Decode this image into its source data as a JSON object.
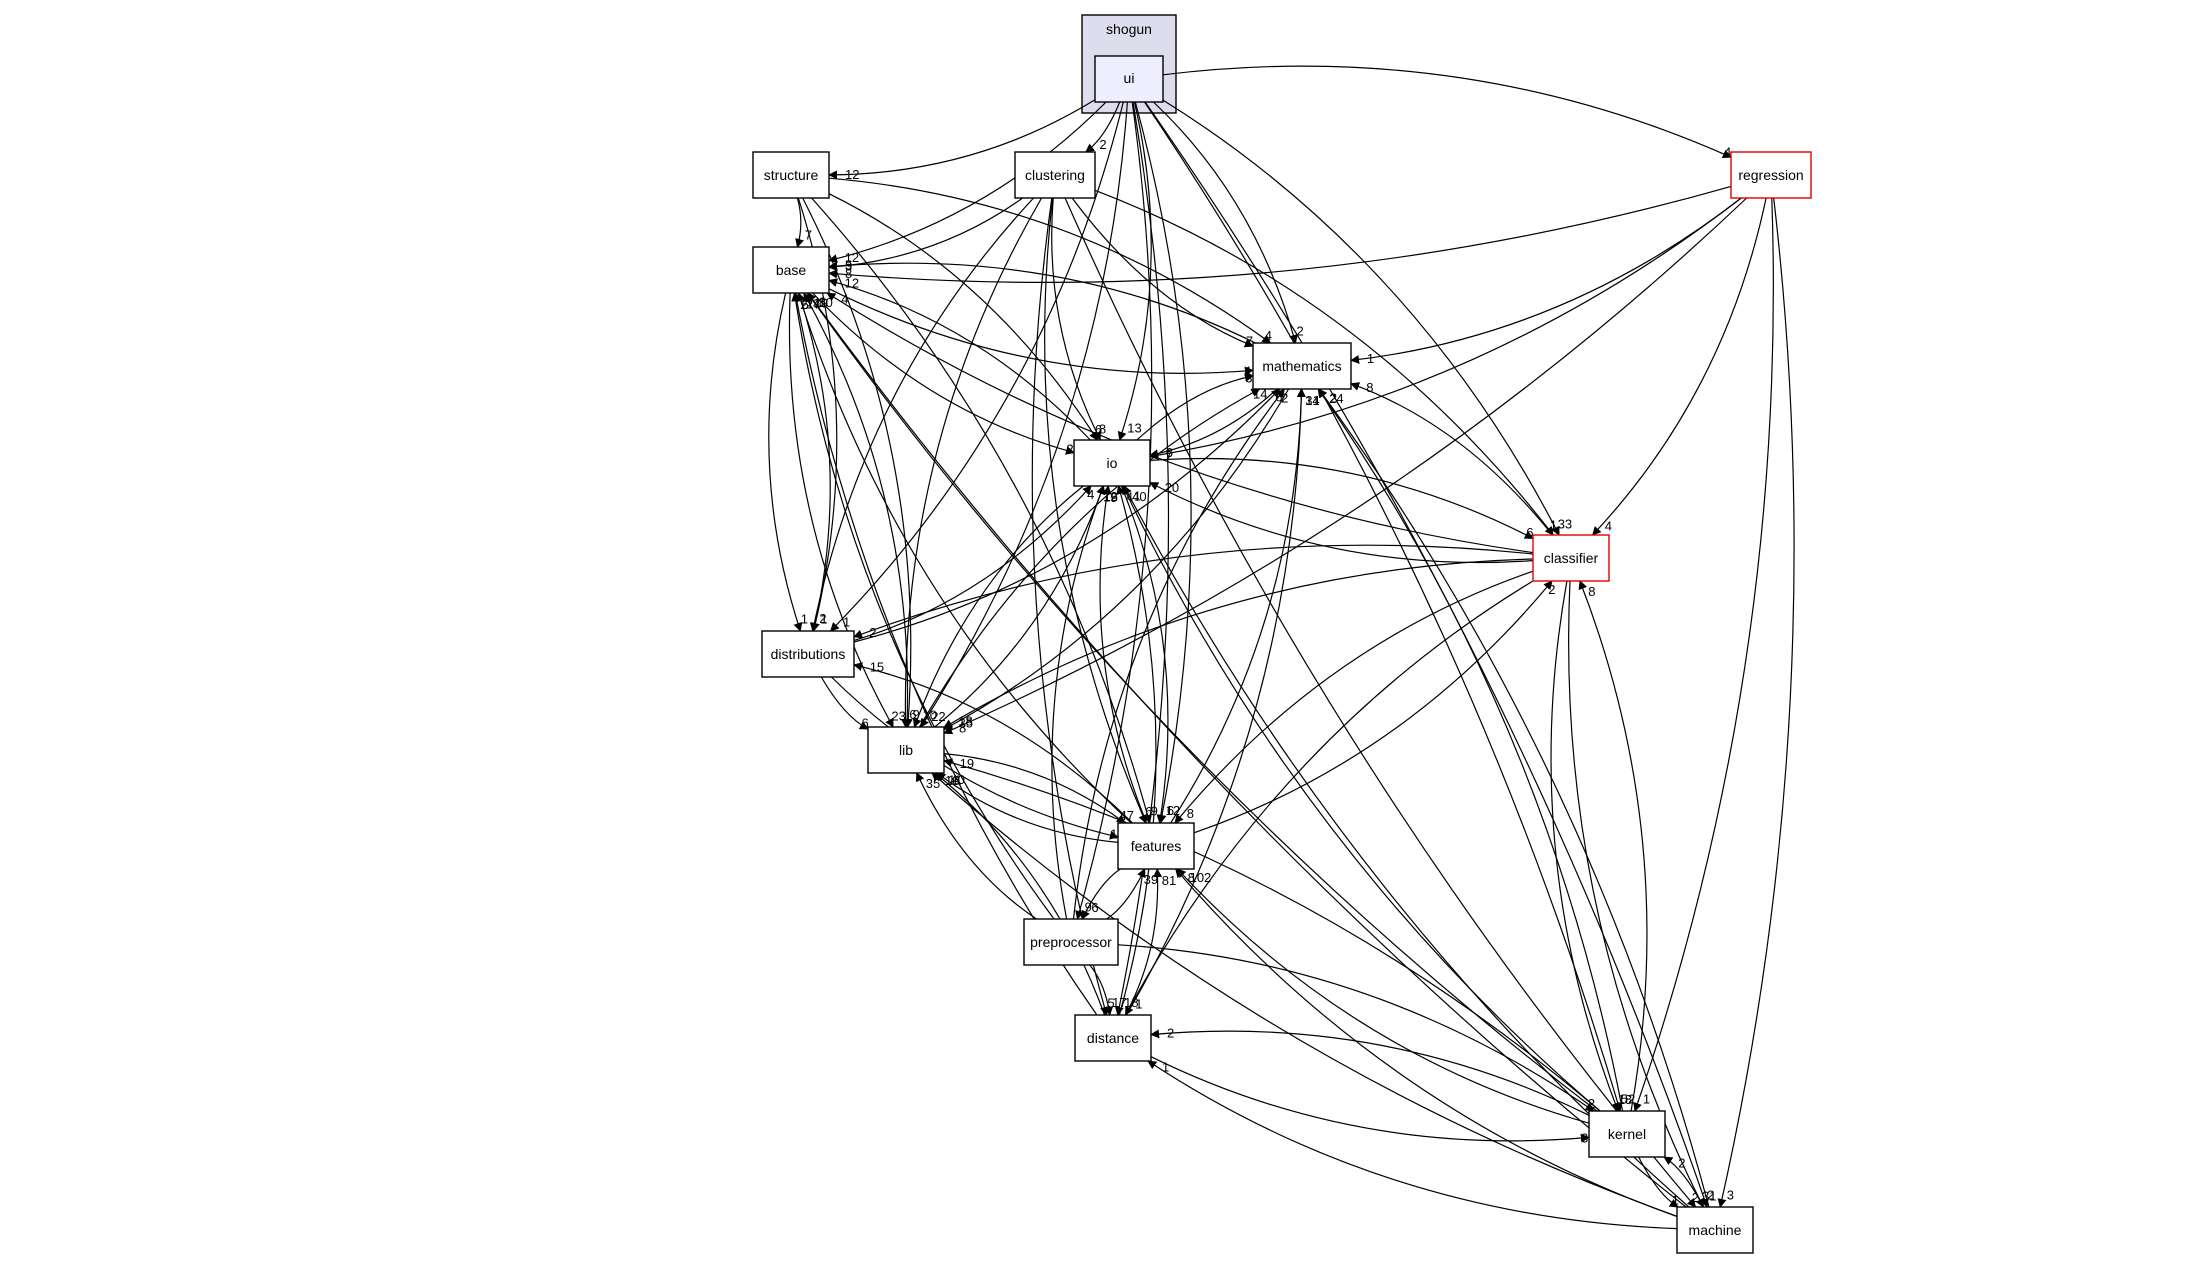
{
  "cluster": {
    "label": "shogun"
  },
  "nodes": {
    "ui": "ui",
    "structure": "structure",
    "clustering": "clustering",
    "regression": "regression",
    "base": "base",
    "mathematics": "mathematics",
    "io": "io",
    "classifier": "classifier",
    "distributions": "distributions",
    "lib": "lib",
    "features": "features",
    "preprocessor": "preprocessor",
    "distance": "distance",
    "kernel": "kernel",
    "machine": "machine"
  },
  "edges": [
    {
      "from": "ui",
      "to": "structure",
      "label": "12"
    },
    {
      "from": "ui",
      "to": "clustering",
      "label": "2"
    },
    {
      "from": "ui",
      "to": "regression",
      "label": "4"
    },
    {
      "from": "ui",
      "to": "base",
      "label": "12"
    },
    {
      "from": "ui",
      "to": "mathematics",
      "label": "2"
    },
    {
      "from": "ui",
      "to": "io",
      "label": "13"
    },
    {
      "from": "ui",
      "to": "classifier",
      "label": "33"
    },
    {
      "from": "ui",
      "to": "distributions",
      "label": "1"
    },
    {
      "from": "ui",
      "to": "lib",
      "label": "22"
    },
    {
      "from": "ui",
      "to": "features",
      "label": "6"
    },
    {
      "from": "ui",
      "to": "preprocessor",
      "label": "9"
    },
    {
      "from": "ui",
      "to": "distance",
      "label": "18"
    },
    {
      "from": "ui",
      "to": "kernel",
      "label": "52"
    },
    {
      "from": "ui",
      "to": "machine",
      "label": "2"
    },
    {
      "from": "structure",
      "to": "base",
      "label": "7"
    },
    {
      "from": "structure",
      "to": "mathematics",
      "label": "4"
    },
    {
      "from": "structure",
      "to": "io",
      "label": "6"
    },
    {
      "from": "structure",
      "to": "distributions",
      "label": "1"
    },
    {
      "from": "structure",
      "to": "lib",
      "label": "9"
    },
    {
      "from": "structure",
      "to": "features",
      "label": "9"
    },
    {
      "from": "clustering",
      "to": "base",
      "label": "3"
    },
    {
      "from": "clustering",
      "to": "mathematics",
      "label": "7"
    },
    {
      "from": "clustering",
      "to": "io",
      "label": "8"
    },
    {
      "from": "clustering",
      "to": "classifier",
      "label": "1"
    },
    {
      "from": "clustering",
      "to": "distributions",
      "label": "2"
    },
    {
      "from": "clustering",
      "to": "lib",
      "label": "6"
    },
    {
      "from": "clustering",
      "to": "features",
      "label": "6"
    },
    {
      "from": "clustering",
      "to": "distance",
      "label": "5"
    },
    {
      "from": "clustering",
      "to": "machine",
      "label": "2"
    },
    {
      "from": "regression",
      "to": "base",
      "label": "8"
    },
    {
      "from": "regression",
      "to": "mathematics",
      "label": "1"
    },
    {
      "from": "regression",
      "to": "io",
      "label": "7"
    },
    {
      "from": "regression",
      "to": "classifier",
      "label": "4"
    },
    {
      "from": "regression",
      "to": "lib",
      "label": "8"
    },
    {
      "from": "regression",
      "to": "kernel",
      "label": "1"
    },
    {
      "from": "regression",
      "to": "machine",
      "label": "3"
    },
    {
      "from": "base",
      "to": "mathematics",
      "label": "11"
    },
    {
      "from": "base",
      "to": "io",
      "label": "22"
    },
    {
      "from": "base",
      "to": "distributions",
      "label": "1"
    },
    {
      "from": "base",
      "to": "lib",
      "label": "23"
    },
    {
      "from": "mathematics",
      "to": "base",
      "label": "5"
    },
    {
      "from": "mathematics",
      "to": "io",
      "label": "6"
    },
    {
      "from": "mathematics",
      "to": "lib",
      "label": "35"
    },
    {
      "from": "io",
      "to": "base",
      "label": "12"
    },
    {
      "from": "io",
      "to": "mathematics",
      "label": "3"
    },
    {
      "from": "io",
      "to": "lib",
      "label": "10"
    },
    {
      "from": "io",
      "to": "classifier",
      "label": "6"
    },
    {
      "from": "io",
      "to": "features",
      "label": "12"
    },
    {
      "from": "classifier",
      "to": "base",
      "label": "4"
    },
    {
      "from": "classifier",
      "to": "mathematics",
      "label": "8"
    },
    {
      "from": "classifier",
      "to": "io",
      "label": "20"
    },
    {
      "from": "classifier",
      "to": "distributions",
      "label": "2"
    },
    {
      "from": "classifier",
      "to": "lib",
      "label": "18"
    },
    {
      "from": "classifier",
      "to": "features",
      "label": "8"
    },
    {
      "from": "classifier",
      "to": "distance",
      "label": "1"
    },
    {
      "from": "classifier",
      "to": "kernel",
      "label": "18"
    },
    {
      "from": "classifier",
      "to": "machine",
      "label": "31"
    },
    {
      "from": "distributions",
      "to": "base",
      "label": "17"
    },
    {
      "from": "distributions",
      "to": "mathematics",
      "label": "6"
    },
    {
      "from": "distributions",
      "to": "io",
      "label": "4"
    },
    {
      "from": "distributions",
      "to": "lib",
      "label": "6"
    },
    {
      "from": "distributions",
      "to": "features",
      "label": "18"
    },
    {
      "from": "lib",
      "to": "base",
      "label": "19"
    },
    {
      "from": "lib",
      "to": "mathematics",
      "label": "14"
    },
    {
      "from": "lib",
      "to": "io",
      "label": "16"
    },
    {
      "from": "lib",
      "to": "features",
      "label": "47"
    },
    {
      "from": "features",
      "to": "base",
      "label": "24"
    },
    {
      "from": "features",
      "to": "mathematics",
      "label": "14"
    },
    {
      "from": "features",
      "to": "io",
      "label": "9"
    },
    {
      "from": "features",
      "to": "lib",
      "label": "40"
    },
    {
      "from": "features",
      "to": "classifier",
      "label": "2"
    },
    {
      "from": "features",
      "to": "distributions",
      "label": "15"
    },
    {
      "from": "features",
      "to": "preprocessor",
      "label": "6"
    },
    {
      "from": "preprocessor",
      "to": "base",
      "label": "2"
    },
    {
      "from": "preprocessor",
      "to": "mathematics",
      "label": "2"
    },
    {
      "from": "preprocessor",
      "to": "io",
      "label": "12"
    },
    {
      "from": "preprocessor",
      "to": "lib",
      "label": "35"
    },
    {
      "from": "preprocessor",
      "to": "features",
      "label": "39"
    },
    {
      "from": "preprocessor",
      "to": "distance",
      "label": "17"
    },
    {
      "from": "preprocessor",
      "to": "kernel",
      "label": "2"
    },
    {
      "from": "distance",
      "to": "base",
      "label": "6"
    },
    {
      "from": "distance",
      "to": "mathematics",
      "label": "31"
    },
    {
      "from": "distance",
      "to": "io",
      "label": "4"
    },
    {
      "from": "distance",
      "to": "lib",
      "label": "11"
    },
    {
      "from": "distance",
      "to": "features",
      "label": "81"
    },
    {
      "from": "distance",
      "to": "kernel",
      "label": "3"
    },
    {
      "from": "kernel",
      "to": "base",
      "label": "10"
    },
    {
      "from": "kernel",
      "to": "mathematics",
      "label": "24"
    },
    {
      "from": "kernel",
      "to": "io",
      "label": "40"
    },
    {
      "from": "kernel",
      "to": "lib",
      "label": "19"
    },
    {
      "from": "kernel",
      "to": "features",
      "label": "102"
    },
    {
      "from": "kernel",
      "to": "classifier",
      "label": "8"
    },
    {
      "from": "kernel",
      "to": "distance",
      "label": "2"
    },
    {
      "from": "kernel",
      "to": "machine",
      "label": "1"
    },
    {
      "from": "machine",
      "to": "base",
      "label": "8"
    },
    {
      "from": "machine",
      "to": "mathematics",
      "label": "2"
    },
    {
      "from": "machine",
      "to": "io",
      "label": "1"
    },
    {
      "from": "machine",
      "to": "lib",
      "label": "16"
    },
    {
      "from": "machine",
      "to": "features",
      "label": "8"
    },
    {
      "from": "machine",
      "to": "distance",
      "label": "1"
    },
    {
      "from": "machine",
      "to": "kernel",
      "label": "2"
    }
  ]
}
